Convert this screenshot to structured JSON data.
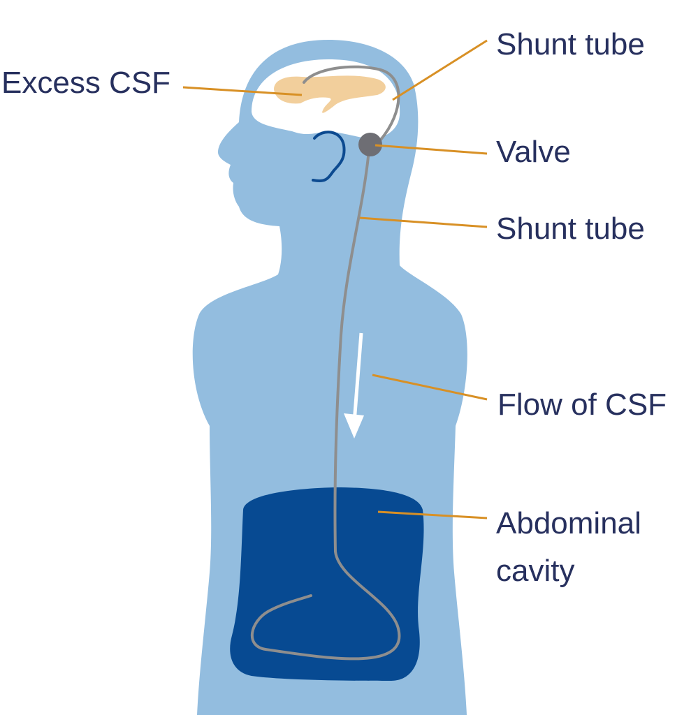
{
  "labels": {
    "excess_csf": "Excess CSF",
    "shunt_tube_top": "Shunt tube",
    "valve": "Valve",
    "shunt_tube_middle": "Shunt tube",
    "flow_of_csf": "Flow of CSF",
    "abdominal_cavity_line1": "Abdominal",
    "abdominal_cavity_line2": "cavity"
  },
  "colors": {
    "body": "#93bddf",
    "brain": "#ffffff",
    "csf": "#f2cf9c",
    "abdomen": "#074a92",
    "ear": "#0c4a90",
    "tube": "#8e8e8e",
    "valve": "#6e6e74",
    "leader": "#d89025",
    "arrow": "#ffffff",
    "text": "#27305e"
  }
}
